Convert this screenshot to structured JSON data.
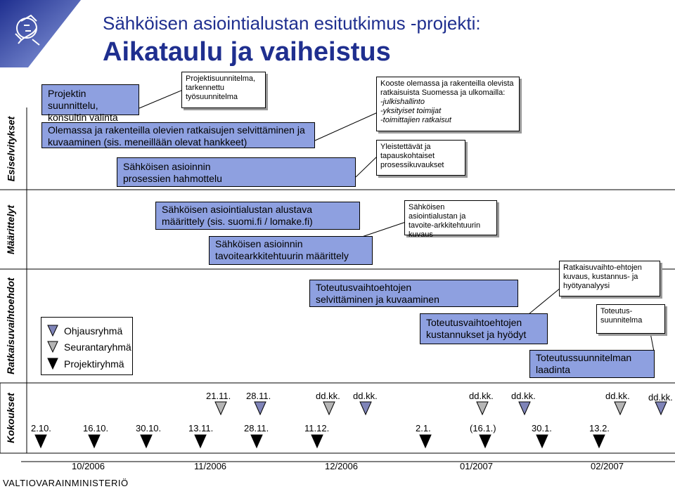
{
  "header": {
    "subtitle": "Sähköisen asiointialustan esitutkimus -projekti:",
    "title": "Aikataulu ja vaiheistus"
  },
  "row_labels": {
    "esiselvitykset": "Esiselvitykset",
    "maarittelyt": "Määrittelyt",
    "ratkaisuvaihtoehdot": "Ratkaisuvaihtoehdot",
    "kokoukset": "Kokoukset"
  },
  "tasks": {
    "projektin_suunnittelu": "Projektin suunnittelu, konsultin valinta",
    "olemassa_ratkaisut": "Olemassa ja rakenteilla olevien ratkaisujen selvittäminen ja kuvaaminen (sis. meneillään olevat hankkeet)",
    "prosessien_hahmottelu": "Sähköisen asioinnin prosessien hahmottelu",
    "alustava_maarittely": "Sähköisen asiointialustan alustava määrittely (sis. suomi.fi / lomake.fi)",
    "tavoitearkkitehtuuri": "Sähköisen asioinnin tavoitearkkitehtuurin määrittely",
    "toteutusvaihtoehtojen_selvittaminen": "Toteutusvaihtoehtojen selvittäminen ja kuvaaminen",
    "toteutusvaihtoehtojen_kustannukset": "Toteutusvaihtoehtojen kustannukset ja hyödyt",
    "toteutussuunnitelman_laadinta": "Toteutussuunnitelman laadinta"
  },
  "notes": {
    "projektisuunnitelma": "Projektisuunnitelma, tarkennettu työsuunnitelma",
    "kooste": [
      "Kooste olemassa ja rakenteilla olevista ratkaisuista Suomessa ja ulkomailla:",
      "-julkishallinto",
      "-yksityiset toimijat",
      "-toimittajien ratkaisut"
    ],
    "yleistettavat": "Yleistettävät ja tapauskohtaiset prosessikuvaukset",
    "tavoitearkkitehtuurin_kuvaus": "Sähköisen asiointialustan ja tavoite-arkkitehtuurin kuvaus",
    "ratkaisuvaihto": "Ratkaisuvaihto-ehtojen kuvaus, kustannus- ja hyötyanalyysi",
    "toteutussuunnitelma": "Toteutus-suunnitelma"
  },
  "legend": {
    "ohjausryhma": "Ohjausryhmä",
    "seurantaryhma": "Seurantaryhmä",
    "projektiryhma": "Projektiryhmä"
  },
  "colors": {
    "title": "#1f2f8f",
    "task_box": "#8ea0e0",
    "ohjausryhma_marker": "#7f84b8",
    "seurantaryhma_marker": "#b5b5b5",
    "projektiryhma_marker": "#000000"
  },
  "meetings_upper": [
    {
      "label": "21.11.",
      "kind": "seurantaryhma"
    },
    {
      "label": "28.11.",
      "kind": "ohjausryhma"
    },
    {
      "label": "dd.kk.",
      "kind": "seurantaryhma"
    },
    {
      "label": "dd.kk.",
      "kind": "ohjausryhma"
    },
    {
      "label": "dd.kk.",
      "kind": "seurantaryhma"
    },
    {
      "label": "dd.kk.",
      "kind": "ohjausryhma"
    },
    {
      "label": "dd.kk.",
      "kind": "seurantaryhma"
    },
    {
      "label": "dd.kk.",
      "kind": "ohjausryhma"
    }
  ],
  "meetings_lower": [
    "2.10.",
    "16.10.",
    "30.10.",
    "13.11.",
    "28.11.",
    "11.12.",
    "2.1.",
    "(16.1.)",
    "30.1.",
    "13.2."
  ],
  "months": [
    "10/2006",
    "11/2006",
    "12/2006",
    "01/2007",
    "02/2007"
  ],
  "footer": "VALTIOVARAINMINISTERIÖ"
}
